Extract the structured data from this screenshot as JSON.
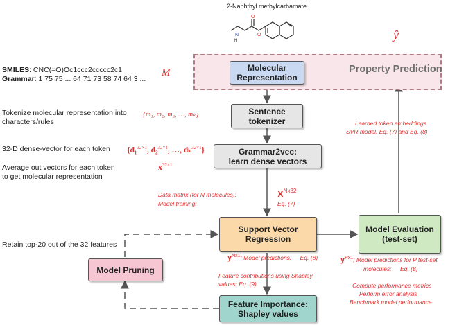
{
  "header": {
    "molecule_name": "2-Naphthyl methylcarbamate"
  },
  "y_hat": "ŷ",
  "left_text": {
    "smiles_key": "SMILES",
    "smiles_value": ": CNC(=O)Oc1ccc2ccccc2c1",
    "grammar_key": "Grammar",
    "grammar_value": ": 1 75 75 ... 64 71 73 58 74 64 3 ...",
    "tokenize_line1": "Tokenize molecular representation into",
    "tokenize_line2": "characters/rules",
    "dense_vector": "32-D dense-vector for each token",
    "average_line1": "Average out vectors for each token",
    "average_line2": "to get molecular representation",
    "retain": "Retain top-20 out of the 32 features"
  },
  "math_labels": {
    "M": "M",
    "m_seq": "{m₁, m₂, m₃, …, mₖ}",
    "d_seq_1": "{d₁",
    "d_seq_1_sup": "32×1",
    "d_seq_2": ", d₂",
    "d_seq_2_sup": "32×1",
    "d_seq_3": ", …, dₖ",
    "d_seq_3_sup": "32×1",
    "d_seq_end": "}",
    "x_base": "x",
    "x_sup": "32×1"
  },
  "boxes": {
    "molecular_representation_line1": "Molecular",
    "molecular_representation_line2": "Representation",
    "property_prediction": "Property Prediction",
    "sentence_tokenizer_line1": "Sentence",
    "sentence_tokenizer_line2": "tokenizer",
    "grammar2vec_line1": "Grammar2vec:",
    "grammar2vec_line2": "learn dense vectors",
    "svr_line1": "Support Vector",
    "svr_line2": "Regression",
    "model_evaluation_line1": "Model Evaluation",
    "model_evaluation_line2": "(test-set)",
    "model_pruning": "Model Pruning",
    "feature_importance_line1": "Feature Importance:",
    "feature_importance_line2": "Shapley values"
  },
  "red_annotations": {
    "data_matrix": "Data matrix (for N molecules):",
    "model_training": "Model training:",
    "X_base": "X",
    "X_sup": "Nx32",
    "eq7": "Eq. (7)",
    "learned_tokens": "Learned token embeddings",
    "svr_model": "SVR model: Eq. (7) and Eq. (8)",
    "yN_base": "y",
    "yN_sup": "Nx1",
    "yN_text": "; Model predictions:",
    "yN_eq": "Eq. (8)",
    "feature_contrib_line1": "Feature contributions using Shapley",
    "feature_contrib_line2": "values; Eq. (9)",
    "yP_base": "y",
    "yP_sup": "Px1",
    "yP_text": "; Model predictions for P test-set",
    "yP_line2": "molecules:",
    "yP_eq": "Eq. (8)",
    "compute": "Compute performance metrics",
    "perform": "Perform error analysis",
    "benchmark": "Benchmark model performance"
  },
  "colors": {
    "molecular_representation": "#c9d9f2",
    "property_region": "#f8e6ea",
    "gray_box": "#e6e6e6",
    "svr": "#fbd9a8",
    "model_evaluation": "#cfe9c2",
    "model_pruning": "#f6c7d2",
    "feature_importance": "#9fd5cc",
    "annotation_red": "#e03030"
  }
}
